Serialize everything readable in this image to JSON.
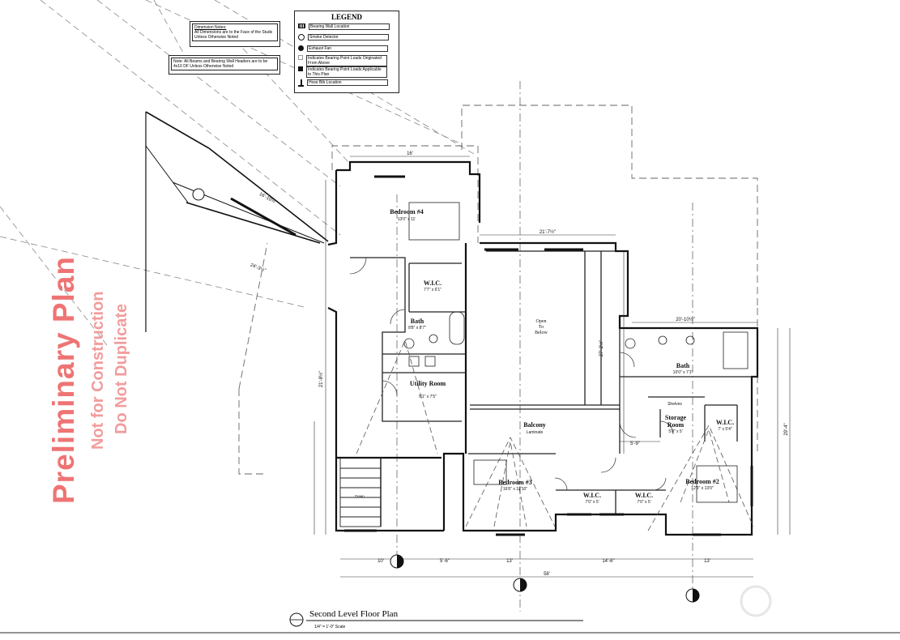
{
  "legend": {
    "title": "LEGEND",
    "items": [
      {
        "label": "Bearing Wall Location",
        "icon": "bearing-wall-icon"
      },
      {
        "label": "Smoke Detector",
        "icon": "smoke-detector-icon"
      },
      {
        "label": "Exhaust Fan",
        "icon": "exhaust-fan-icon"
      },
      {
        "label": "Indicates Bearing Point Loads Originated From Above",
        "icon": "point-load-above-icon"
      },
      {
        "label": "Indicates Bearing Point Loads Applicable to This Plan",
        "icon": "point-load-plan-icon"
      },
      {
        "label": "Hose Bib Location",
        "icon": "hose-bib-icon"
      }
    ]
  },
  "notes": {
    "dimension_title": "Dimension Notes:",
    "dimension_body": "All Dimensions are to the Face of the Studs Unless Otherwise Noted",
    "beam_note": "Note: All Beams and Bearing Wall Headers are to be 4x10 DF Unless Otherwise Noted"
  },
  "watermark": {
    "main": "Preliminary Plan",
    "line1": "Not for Construction",
    "line2": "Do Not Duplicate"
  },
  "rooms": {
    "bedroom4": {
      "name": "Bedroom #4",
      "size": "13'0\" x 11'"
    },
    "wic_upper": {
      "name": "W.I.C.",
      "size": "7'7\" x 6'1\""
    },
    "bath_left": {
      "name": "Bath",
      "size": "8'8\" x 8'7\""
    },
    "utility": {
      "name": "Utility Room",
      "size": "5'1\" x 7'5\""
    },
    "open_below": {
      "line1": "Open",
      "line2": "To",
      "line3": "Below"
    },
    "balcony": {
      "name": "Balcony",
      "size": "Laminate"
    },
    "bedroom3": {
      "name": "Bedroom #3",
      "size": "16'6\" x 12'10\""
    },
    "wic_a": {
      "name": "W.I.C.",
      "size": "7'0\" x 5'"
    },
    "wic_b": {
      "name": "W.I.C.",
      "size": "7'0\" x 5'"
    },
    "bath_right": {
      "name": "Bath",
      "size": "10'0\" x 7'1\""
    },
    "storage": {
      "name": "Storage Room",
      "size": "5'8\" x 5'"
    },
    "wic_right": {
      "name": "W.I.C.",
      "size": "7' x 5'4\""
    },
    "bedroom2": {
      "name": "Bedroom #2",
      "size": "12'3\" x 13'0\""
    },
    "shelves": "Shelves",
    "stair_down": "Down"
  },
  "dimensions": {
    "top_left": "16'",
    "mid_top": "21'-7½\"",
    "right_top": "20'-10½\"",
    "diag1": "16'-10½\"",
    "diag2": "24'-3½\"",
    "left_vert": "21'-8½\"",
    "mid_vert": "27'-2½\"",
    "bottom_1": "10'",
    "bottom_2": "5'-6\"",
    "bottom_3": "13'",
    "bottom_4": "14'-6\"",
    "bottom_5": "13'",
    "overall": "58'",
    "storage_w": "5'-9\"",
    "right_vert": "29'-4\""
  },
  "sheet": {
    "title": "Second Level Floor Plan",
    "scale": "1/4\" = 1'-0\" Scale"
  }
}
